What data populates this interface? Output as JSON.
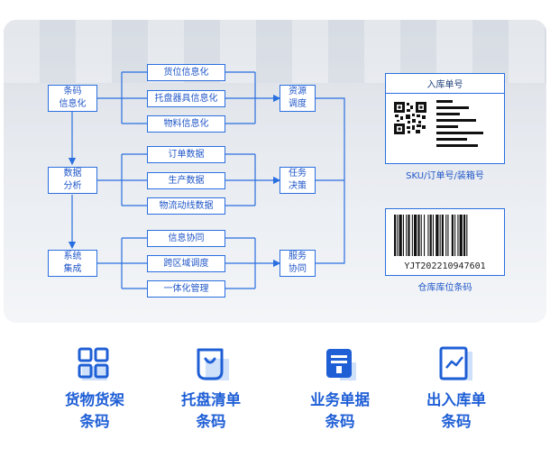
{
  "diagram": {
    "col1": [
      {
        "id": "barcode-info",
        "label": "条码\n信息化"
      },
      {
        "id": "data-analysis",
        "label": "数据\n分析"
      },
      {
        "id": "system-integration",
        "label": "系统\n集成"
      }
    ],
    "group1": [
      "货位信息化",
      "托盘器具信息化",
      "物料信息化"
    ],
    "group2": [
      "订单数据",
      "生产数据",
      "物流动线数据"
    ],
    "group3": [
      "信息协同",
      "跨区域调度",
      "一体化管理"
    ],
    "col3": [
      {
        "id": "resource-scheduling",
        "label": "资源\n调度"
      },
      {
        "id": "task-decision",
        "label": "任务\n决策"
      },
      {
        "id": "service-collaboration",
        "label": "服务\n协同"
      }
    ]
  },
  "qr_card": {
    "title": "入库单号",
    "caption": "SKU/订单号/装箱号"
  },
  "barcode_card": {
    "number": "YJT202210947601",
    "caption": "仓库库位条码"
  },
  "features": [
    {
      "icon": "grid-icon",
      "label": "货物货架\n条码"
    },
    {
      "icon": "shopping-bag-icon",
      "label": "托盘清单\n条码"
    },
    {
      "icon": "document-icon",
      "label": "业务单据\n条码"
    },
    {
      "icon": "chart-document-icon",
      "label": "出入库单\n条码"
    }
  ],
  "colors": {
    "primary": "#2a6fe0",
    "text_blue": "#1f56c8",
    "icon_light": "#cfe0fb"
  }
}
